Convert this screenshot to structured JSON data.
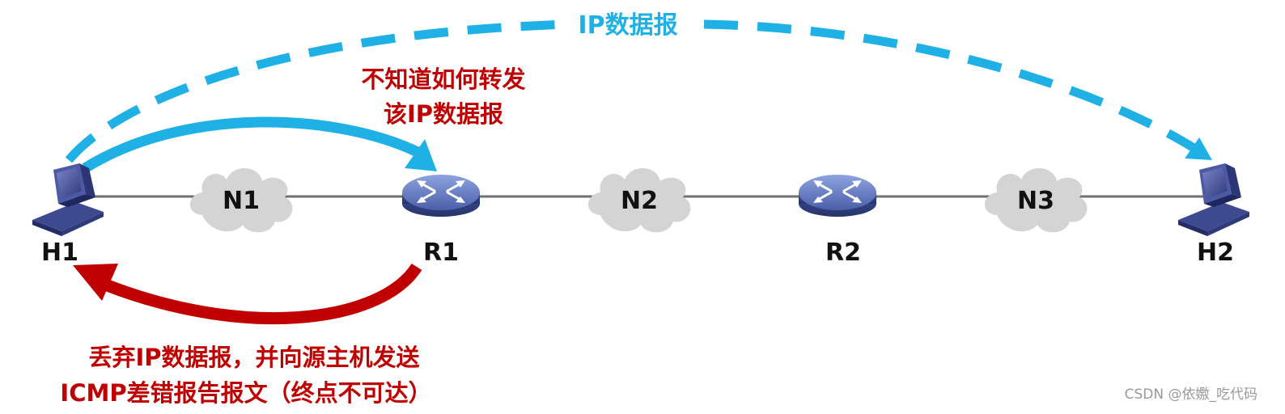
{
  "title": "IP数据报",
  "annotation_r1": [
    "不知道如何转发",
    "该IP数据报"
  ],
  "annotation_bottom": [
    "丢弃IP数据报，并向源主机发送",
    "ICMP差错报告报文（终点不可达）"
  ],
  "nodes": {
    "h1": "H1",
    "r1": "R1",
    "r2": "R2",
    "h2": "H2"
  },
  "networks": {
    "n1": "N1",
    "n2": "N2",
    "n3": "N3"
  },
  "router_tag": "ROUTER",
  "watermark": "CSDN @依嫐_吃代码",
  "colors": {
    "blue": "#1fb1e6",
    "red": "#c00000",
    "cloud": "#d3d3d3",
    "link": "#707070",
    "router": "#4f64ae"
  }
}
